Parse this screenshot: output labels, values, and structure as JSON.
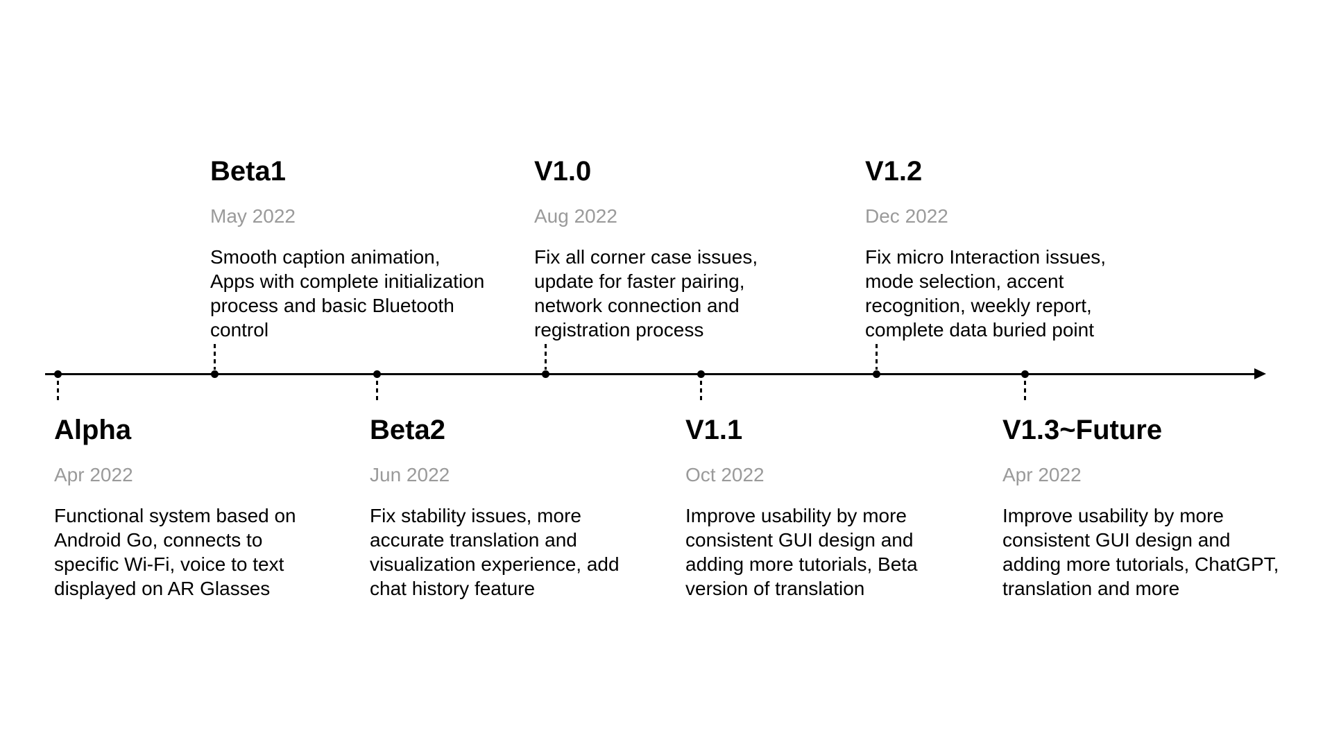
{
  "timeline": {
    "colors": {
      "axis": "#000000",
      "title_text": "#000000",
      "date_text": "#9a9a9a",
      "body_text": "#000000",
      "background": "#ffffff"
    },
    "milestones": [
      {
        "id": "alpha",
        "title": "Alpha",
        "date": "Apr 2022",
        "side": "below",
        "description": "Functional system based on\nAndroid Go, connects to\nspecific Wi-Fi, voice to text\ndisplayed on AR Glasses"
      },
      {
        "id": "beta1",
        "title": "Beta1",
        "date": "May 2022",
        "side": "above",
        "description": "Smooth caption animation,\nApps with complete initialization\nprocess and basic Bluetooth\ncontrol"
      },
      {
        "id": "beta2",
        "title": "Beta2",
        "date": "Jun 2022",
        "side": "below",
        "description": "Fix stability issues, more\naccurate translation and\nvisualization experience, add\nchat history feature"
      },
      {
        "id": "v1.0",
        "title": "V1.0",
        "date": "Aug 2022",
        "side": "above",
        "description": "Fix all corner case issues,\nupdate for faster pairing,\nnetwork connection and\nregistration process"
      },
      {
        "id": "v1.1",
        "title": "V1.1",
        "date": "Oct 2022",
        "side": "below",
        "description": "Improve usability by more\nconsistent GUI design and\nadding more tutorials, Beta\nversion of translation"
      },
      {
        "id": "v1.2",
        "title": "V1.2",
        "date": "Dec 2022",
        "side": "above",
        "description": "Fix micro Interaction issues,\nmode selection, accent\nrecognition, weekly report,\ncomplete data buried point"
      },
      {
        "id": "v1.3-future",
        "title": "V1.3~Future",
        "date": "Apr 2022",
        "side": "below",
        "description": "Improve usability by more\nconsistent GUI design and\nadding more tutorials, ChatGPT,\ntranslation and more"
      }
    ]
  }
}
